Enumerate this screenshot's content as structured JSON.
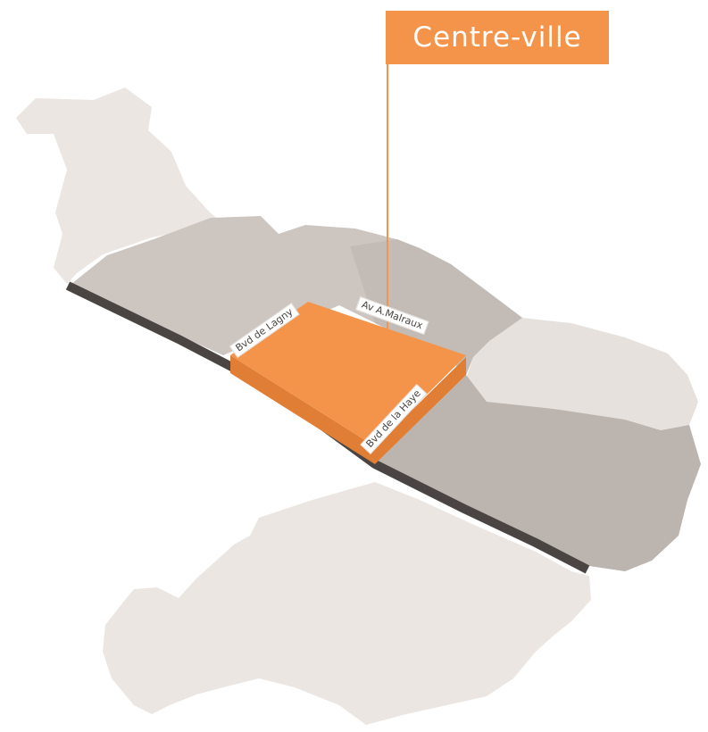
{
  "map": {
    "title": "Centre-ville",
    "streets": {
      "lagny": "Bvd de Lagny",
      "malraux": "Av A.Malraux",
      "haye": "Bvd de la Haye"
    },
    "colors": {
      "highlight": "#f4944a",
      "highlight_side": "#e07e35",
      "district_light": "#ebe6e2",
      "district_mid": "#ccc5c0",
      "district_dark": "#bcb4ae",
      "rail": "#4a4542"
    }
  }
}
